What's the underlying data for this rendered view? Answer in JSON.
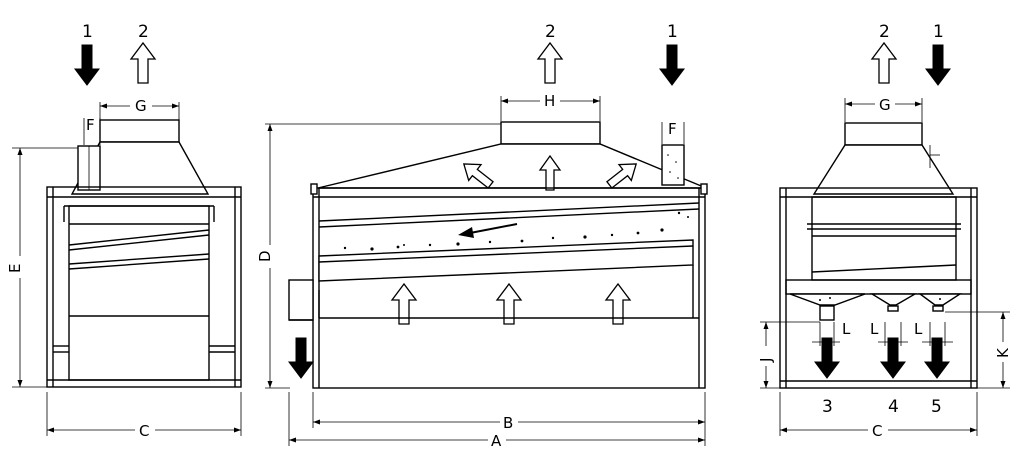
{
  "flow_labels": {
    "inlet": "1",
    "air_out": "2",
    "outlet_3": "3",
    "outlet_4": "4",
    "outlet_5": "5"
  },
  "dimension_labels": {
    "A": "A",
    "B": "B",
    "C": "C",
    "D": "D",
    "E": "E",
    "F": "F",
    "G": "G",
    "H": "H",
    "J": "J",
    "K": "K",
    "L": "L"
  },
  "colors": {
    "line": "#000000",
    "background": "#ffffff",
    "inlet_arrow": "#000000",
    "outlet_arrow_outline": "#000000"
  },
  "icons": {
    "inlet_arrow": "solid-down-arrow",
    "outlet_arrow": "hollow-up-arrow",
    "product_arrow": "solid-down-arrow"
  }
}
